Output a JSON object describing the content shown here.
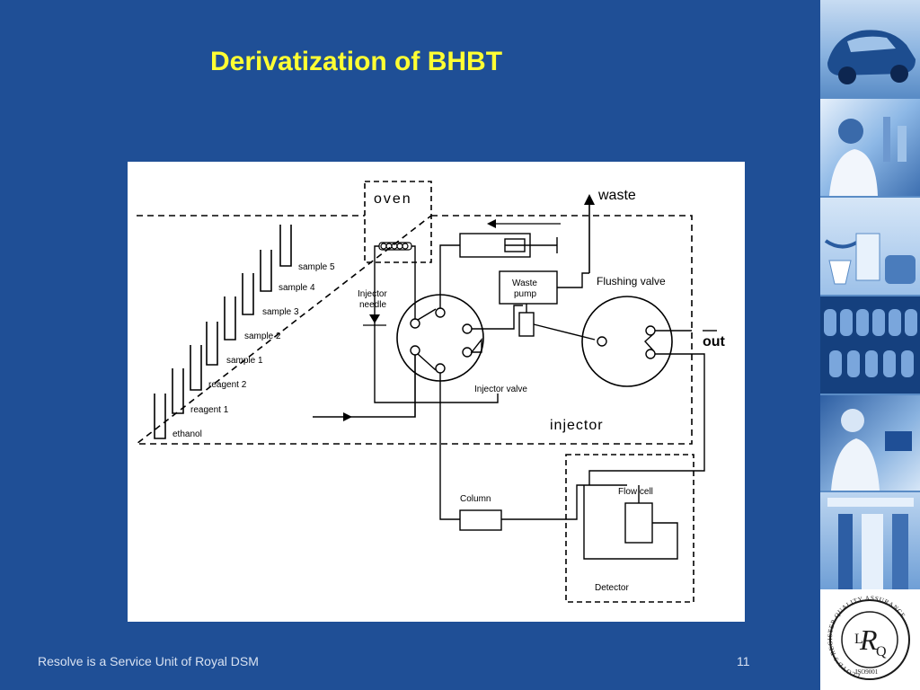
{
  "slide": {
    "title": "Derivatization of BHBT",
    "footer": "Resolve is a Service Unit of Royal DSM",
    "page_number": "11",
    "title_color": "#ffff33",
    "background_color": "#1f4f96"
  },
  "diagram": {
    "labels": {
      "oven": "oven",
      "waste": "waste",
      "waste_pump": [
        "Waste",
        "pump"
      ],
      "flushing_valve": "Flushing valve",
      "injector_needle": [
        "Injector",
        "needle"
      ],
      "injector_valve": "Injector valve",
      "out": "out",
      "injector": "injector",
      "column": "Column",
      "flow_cell": "Flow cell",
      "detector": "Detector"
    },
    "vials": [
      "sample 5",
      "sample 4",
      "sample 3",
      "sample 2",
      "sample 1",
      "reagent 2",
      "reagent 1",
      "ethanol"
    ]
  },
  "logo": {
    "arc_text": "LLOYD'S REGISTER QUALITY ASSURANCE",
    "monogram": "LRQ",
    "standard": "ISO9001"
  },
  "photo_strip": {
    "tiles": [
      "car-photo",
      "laboratory-scientist-photo",
      "food-products-photo",
      "bottles-photo",
      "lab-worker-photo",
      "lab-equipment-photo"
    ]
  }
}
